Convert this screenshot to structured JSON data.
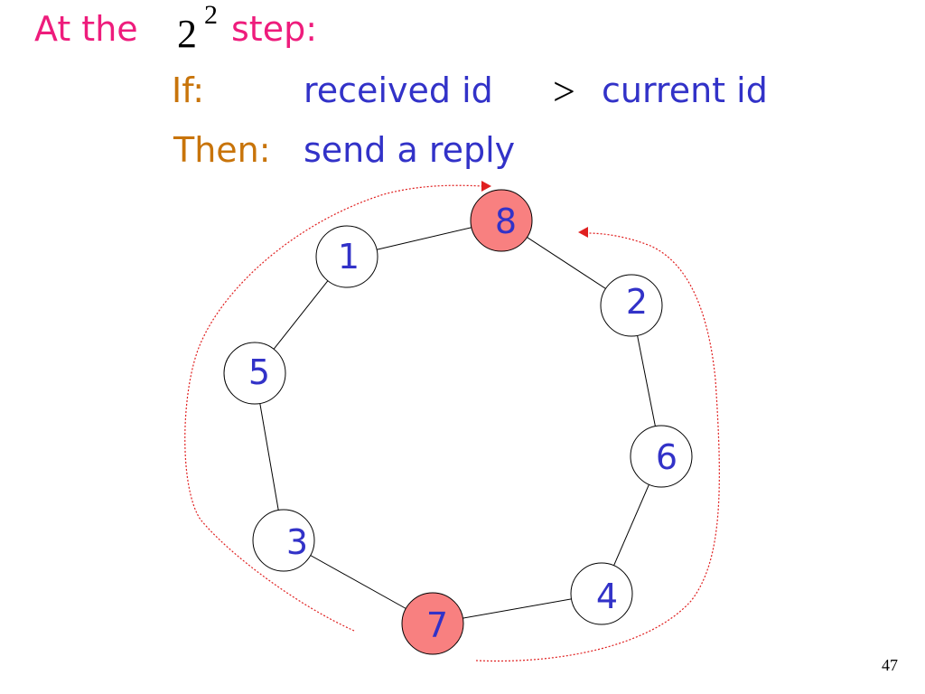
{
  "title": {
    "prefix": "At the",
    "base": "2",
    "exponent": "2",
    "suffix": "step:"
  },
  "rule": {
    "if_keyword": "If:",
    "if_lhs": "received id",
    "if_operator": ">",
    "if_rhs": "current id",
    "then_keyword": "Then:",
    "then_action": "send a reply"
  },
  "ring": {
    "nodes": [
      {
        "id": "8",
        "highlighted": true
      },
      {
        "id": "2",
        "highlighted": false
      },
      {
        "id": "6",
        "highlighted": false
      },
      {
        "id": "4",
        "highlighted": false
      },
      {
        "id": "7",
        "highlighted": true
      },
      {
        "id": "3",
        "highlighted": false
      },
      {
        "id": "5",
        "highlighted": false
      },
      {
        "id": "1",
        "highlighted": false
      }
    ],
    "colors": {
      "highlight_fill": "#f88080",
      "node_fill": "#ffffff",
      "node_stroke": "#000000",
      "node_text": "#3232c8",
      "message_path": "#e02020"
    }
  },
  "page_number": "47"
}
